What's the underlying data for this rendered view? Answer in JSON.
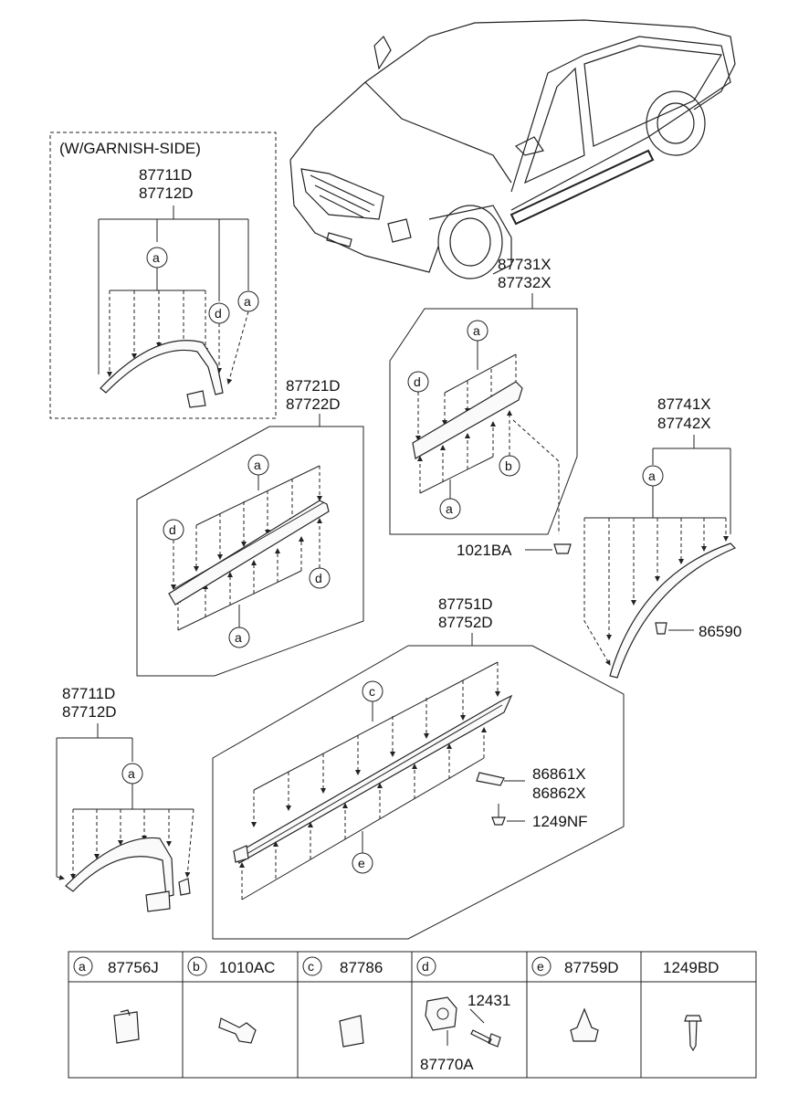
{
  "groups": {
    "garnish_label": "(W/GARNISH-SIDE)",
    "g1": [
      "87711D",
      "87712D"
    ],
    "g2": [
      "87721D",
      "87722D"
    ],
    "g3": [
      "87731X",
      "87732X"
    ],
    "g4": [
      "87741X",
      "87742X"
    ],
    "g5": [
      "87751D",
      "87752D"
    ],
    "g6": [
      "87711D",
      "87712D"
    ]
  },
  "parts": {
    "p1021": "1021BA",
    "p86590": "86590",
    "p86861a": "86861X",
    "p86861b": "86862X",
    "p1249nf": "1249NF"
  },
  "letters": {
    "a": "a",
    "b": "b",
    "c": "c",
    "d": "d",
    "e": "e"
  },
  "legend": {
    "a": "87756J",
    "b": "1010AC",
    "c": "87786",
    "d_top": "12431",
    "d_bottom": "87770A",
    "e": "87759D",
    "f": "1249BD"
  }
}
